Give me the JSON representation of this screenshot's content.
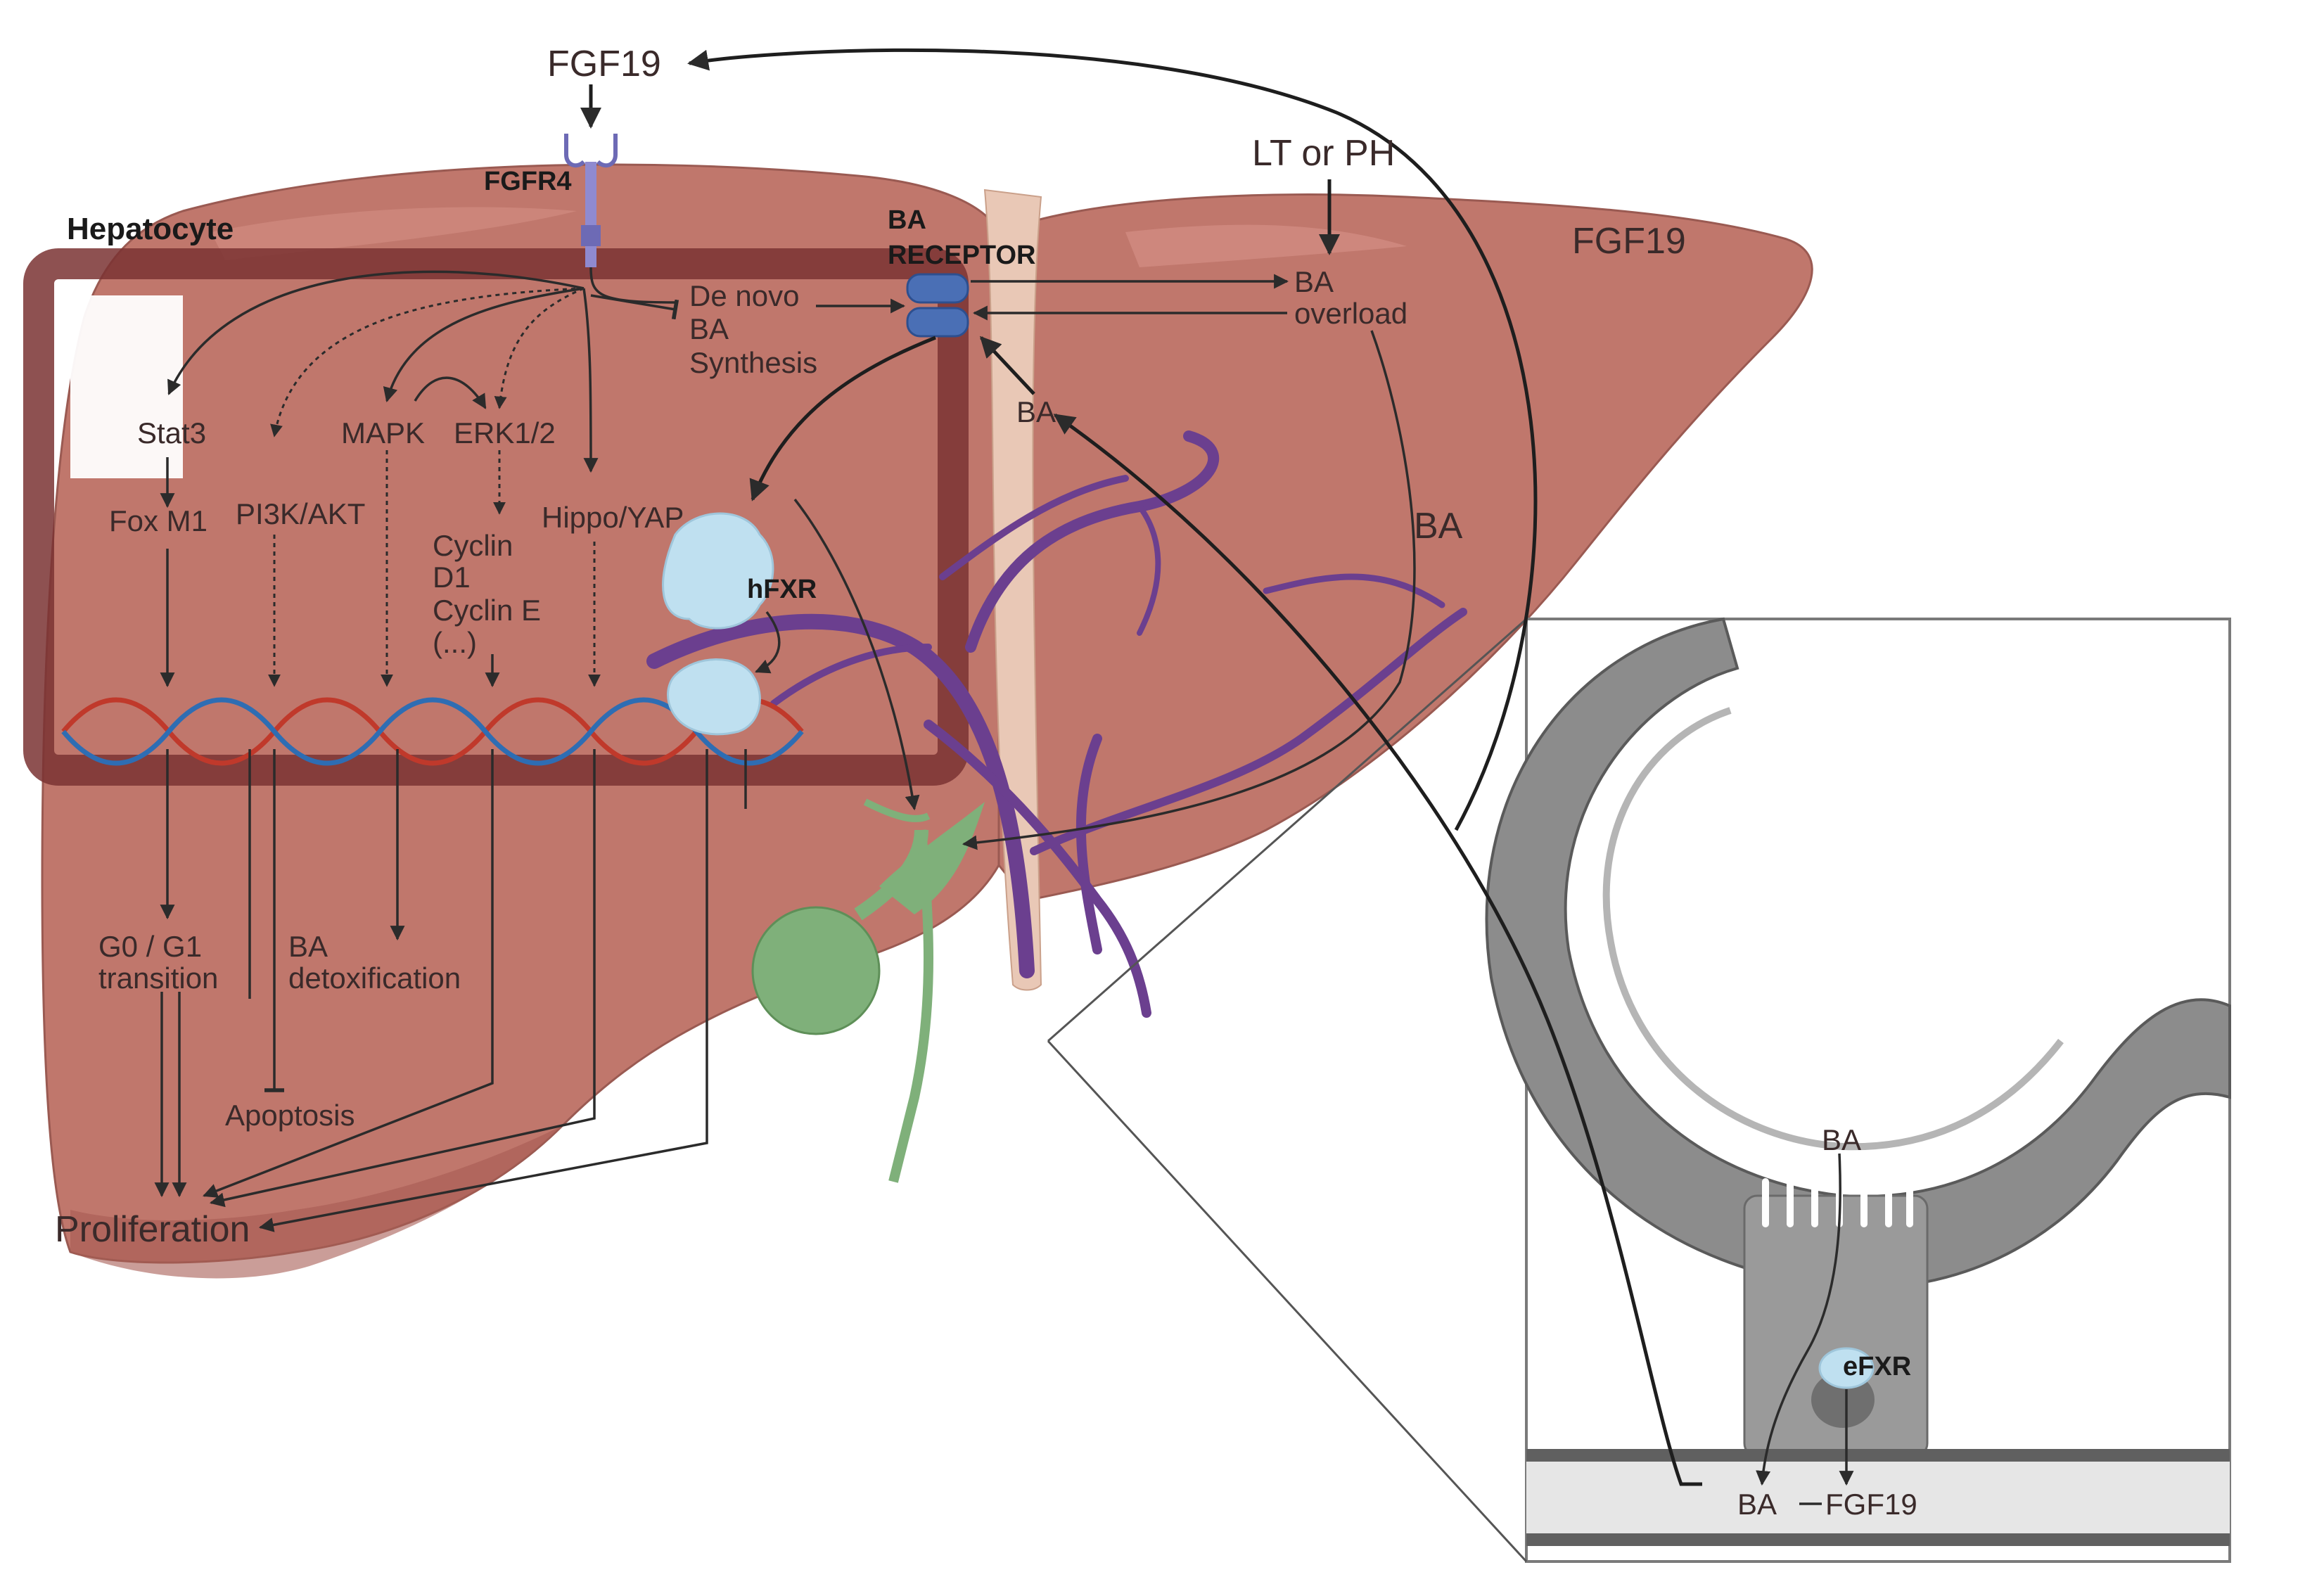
{
  "labels": {
    "fgf19_top": "FGF19",
    "fgfr4": "FGFR4",
    "hepatocyte": "Hepatocyte",
    "ba_receptor_1": "BA",
    "ba_receptor_2": "RECEPTOR",
    "lt_or_ph": "LT or PH",
    "fgf19_right": "FGF19",
    "de_novo_1": "De novo",
    "de_novo_2": "BA",
    "de_novo_3": "Synthesis",
    "ba_overload_1": "BA",
    "ba_overload_2": "overload",
    "ba_mid": "BA",
    "ba_right": "BA",
    "stat3": "Stat3",
    "foxm1": "Fox M1",
    "pi3k": "PI3K/AKT",
    "mapk": "MAPK",
    "erk": "ERK1/2",
    "cyclin_1": "Cyclin",
    "cyclin_2": "D1",
    "cyclin_3": "Cyclin E",
    "cyclin_4": "(...)",
    "hippo": "Hippo/YAP",
    "hfxr": "hFXR",
    "g0g1_1": "G0 / G1",
    "g0g1_2": "transition",
    "ba_detox_1": "BA",
    "ba_detox_2": "detoxification",
    "apoptosis": "Apoptosis",
    "proliferation": "Proliferation",
    "intestine_ba_top": "BA",
    "efxr": "eFXR",
    "intestine_ba_bottom": "BA",
    "intestine_fgf19": "FGF19"
  },
  "colors": {
    "liver": "#c0776c",
    "liver_dark": "#a65c54",
    "hepatocyte_border": "#7a3333",
    "vessel": "#6b3f8f",
    "gallbladder": "#7fb07a",
    "receptor": "#4a6fb5",
    "fxr": "#bfe0f0",
    "intestine": "#8a8a8a",
    "dna_red": "#c0392b",
    "dna_blue": "#2e6db3"
  }
}
